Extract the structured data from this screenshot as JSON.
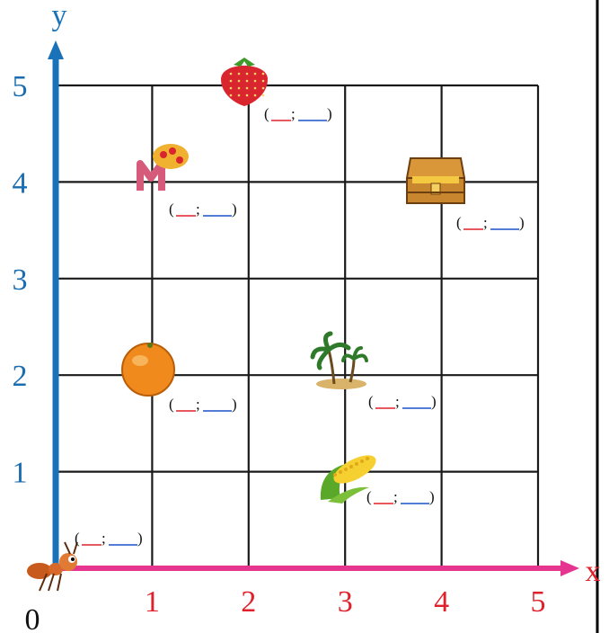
{
  "axes": {
    "x_label": "x",
    "y_label": "y",
    "origin_label": "0",
    "x_ticks": [
      "1",
      "2",
      "3",
      "4",
      "5"
    ],
    "y_ticks": [
      "1",
      "2",
      "3",
      "4",
      "5"
    ],
    "x_color": "#e6358f",
    "y_color": "#1a73b8",
    "x_tick_color": "#e0202a",
    "y_tick_color": "#1a6db0"
  },
  "grid": {
    "cols": 5,
    "rows": 5,
    "line_color": "#1a1a1a"
  },
  "blank": {
    "open": "(",
    "sep": ";",
    "close": ")",
    "x_blank_color": "#e0202a",
    "y_blank_color": "#1a50c8"
  },
  "items": [
    {
      "name": "ant",
      "icon": "ant-icon",
      "x": 0,
      "y": 0
    },
    {
      "name": "strawberry",
      "icon": "strawberry-icon",
      "x": 2,
      "y": 5
    },
    {
      "name": "candy",
      "icon": "candy-icon",
      "x": 1,
      "y": 4
    },
    {
      "name": "treasure-chest",
      "icon": "treasure-chest-icon",
      "x": 4,
      "y": 4
    },
    {
      "name": "orange",
      "icon": "orange-icon",
      "x": 1,
      "y": 2
    },
    {
      "name": "island",
      "icon": "palm-island-icon",
      "x": 3,
      "y": 2
    },
    {
      "name": "corn",
      "icon": "corn-icon",
      "x": 3,
      "y": 1
    }
  ]
}
